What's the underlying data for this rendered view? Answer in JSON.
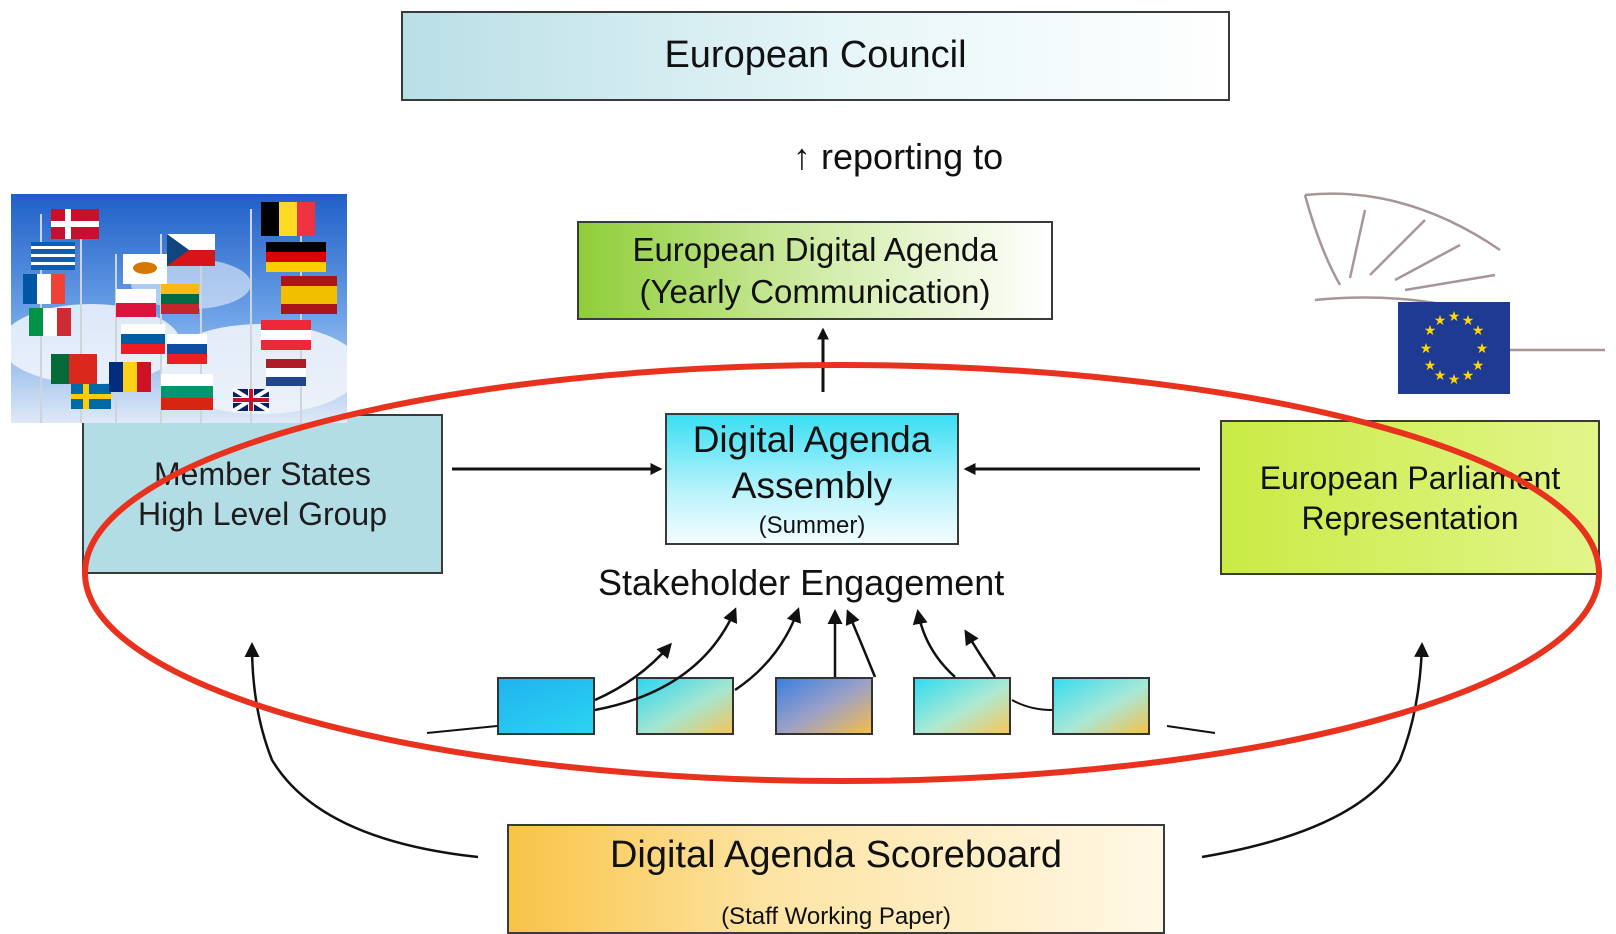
{
  "diagram": {
    "council": "European Council",
    "reporting_to": "reporting to",
    "digital_agenda": {
      "line1": "European Digital Agenda",
      "line2": "(Yearly Communication)"
    },
    "assembly": {
      "line1": "Digital Agenda",
      "line2": "Assembly",
      "note": "(Summer)"
    },
    "member_states": {
      "line1": "Member States",
      "line2": "High Level Group"
    },
    "parliament": {
      "line1": "European Parliament",
      "line2": "Representation"
    },
    "stakeholder": "Stakeholder Engagement",
    "scoreboard": {
      "title": "Digital Agenda Scoreboard",
      "note": "(Staff Working Paper)"
    }
  },
  "colors": {
    "highlight_ellipse": "#e8321e",
    "council_fill": "#b9dfe6",
    "agenda_fill": "#8fce38",
    "assembly_fill": "#39dff3",
    "member_states_fill": "#b3dde5",
    "parliament_fill": "#c9eb45",
    "scoreboard_fill": "#f8c447",
    "eu_flag_blue": "#1f3a93",
    "eu_star_yellow": "#ffd700"
  },
  "icons": [
    "flags-photo",
    "european-parliament-logo",
    "eu-flag-icon",
    "up-arrow-icon"
  ]
}
